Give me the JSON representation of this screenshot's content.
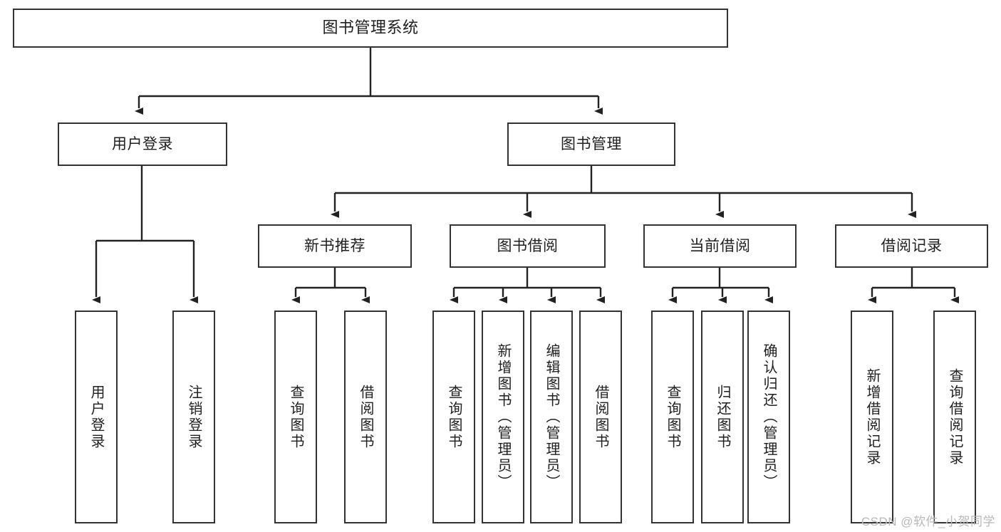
{
  "diagram": {
    "title": "图书管理系统",
    "type": "tree-hierarchy-chart",
    "watermark": "CSDN @软件_小贺同学",
    "colors": {
      "node_border": "#333333",
      "node_fill": "#ffffff",
      "edge": "#222222",
      "text": "#1f1f1f",
      "watermark": "#b9b9b9",
      "background": "#ffffff"
    }
  },
  "nodes": {
    "root": {
      "label": "图书管理系统"
    },
    "level1": [
      {
        "label": "用户登录"
      },
      {
        "label": "图书管理"
      }
    ],
    "level2": [
      {
        "label": "新书推荐"
      },
      {
        "label": "图书借阅"
      },
      {
        "label": "当前借阅"
      },
      {
        "label": "借阅记录"
      }
    ],
    "leaves": {
      "user_login": [
        {
          "label": "用户登录"
        },
        {
          "label": "注销登录"
        }
      ],
      "new_book_recommend": [
        {
          "label": "查询图书"
        },
        {
          "label": "借阅图书"
        }
      ],
      "book_borrow": [
        {
          "label": "查询图书"
        },
        {
          "label": "新增图书（管理员）"
        },
        {
          "label": "编辑图书（管理员）"
        },
        {
          "label": "借阅图书"
        }
      ],
      "current_borrow": [
        {
          "label": "查询图书"
        },
        {
          "label": "归还图书"
        },
        {
          "label": "确认归还（管理员）"
        }
      ],
      "borrow_record": [
        {
          "label": "新增借阅记录"
        },
        {
          "label": "查询借阅记录"
        }
      ]
    }
  }
}
